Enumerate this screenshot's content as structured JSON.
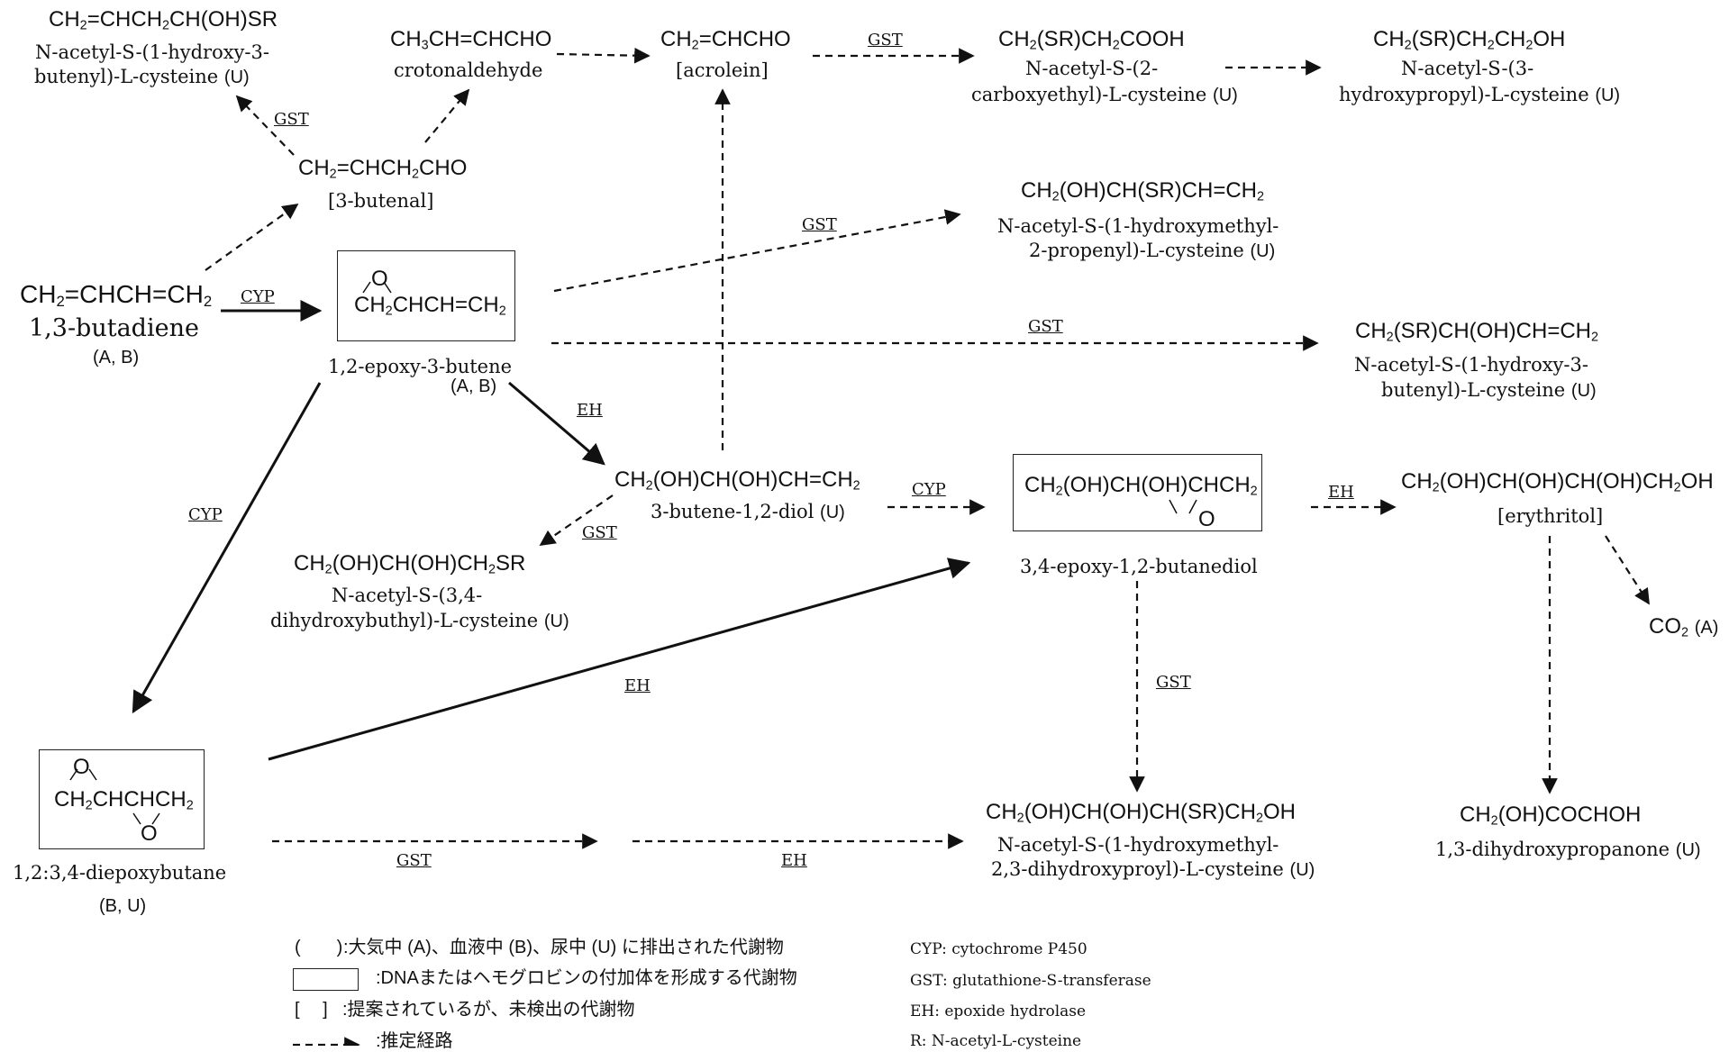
{
  "compounds": {
    "butadiene": {
      "formula_parts": [
        "CH",
        "2",
        "=CHCH=CH",
        "2"
      ],
      "name": "1,3-butadiene",
      "tag": "(A, B)"
    },
    "epoxybutene": {
      "ring_o": "O",
      "formula_parts": [
        "CH",
        "2",
        "CHCH=CH",
        "2"
      ],
      "name": "1,2-epoxy-3-butene",
      "tag": "(A, B)"
    },
    "butenal": {
      "formula_parts": [
        "CH",
        "2",
        "=CHCH",
        "2",
        "CHO"
      ],
      "name": "[3-butenal]"
    },
    "crotonaldehyde": {
      "formula_parts": [
        "CH",
        "3",
        "CH=CHCHO"
      ],
      "name": "crotonaldehyde"
    },
    "hydroxybutenyl_top": {
      "formula_parts": [
        "CH",
        "2",
        "=CHCH",
        "2",
        "CH(OH)SR"
      ],
      "name_line1": "N-acetyl-S-(1-hydroxy-3-",
      "name_line2": "butenyl)-L-cysteine",
      "tag": "(U)"
    },
    "acrolein": {
      "formula_parts": [
        "CH",
        "2",
        "=CHCHO"
      ],
      "name": "[acrolein]"
    },
    "carboxyethyl": {
      "formula_parts": [
        "CH",
        "2",
        "(SR)CH",
        "2",
        "COOH"
      ],
      "name_line1": "N-acetyl-S-(2-",
      "name_line2": "carboxyethyl)-L-cysteine",
      "tag": "(U)"
    },
    "hydroxypropyl": {
      "formula_parts": [
        "CH",
        "2",
        "(SR)CH",
        "2",
        "CH",
        "2",
        "OH"
      ],
      "name_line1": "N-acetyl-S-(3-",
      "name_line2": "hydroxypropyl)-L-cysteine",
      "tag": "(U)"
    },
    "hydroxymethyl_propenyl": {
      "formula_parts": [
        "CH",
        "2",
        "(OH)CH(SR)CH=CH",
        "2"
      ],
      "name_line1": "N-acetyl-S-(1-hydroxymethyl-",
      "name_line2": "2-propenyl)-L-cysteine",
      "tag": "(U)"
    },
    "hydroxybutenyl_mid": {
      "formula_parts": [
        "CH",
        "2",
        "(SR)CH(OH)CH=CH",
        "2"
      ],
      "name_line1": "N-acetyl-S-(1-hydroxy-3-",
      "name_line2": "butenyl)-L-cysteine",
      "tag": "(U)"
    },
    "butenediol": {
      "formula_parts": [
        "CH",
        "2",
        "(OH)CH(OH)CH=CH",
        "2"
      ],
      "name": "3-butene-1,2-diol",
      "tag": "(U)"
    },
    "dihydroxybutyl": {
      "formula_parts": [
        "CH",
        "2",
        "(OH)CH(OH)CH",
        "2",
        "SR"
      ],
      "name_line1": "N-acetyl-S-(3,4-",
      "name_line2": "dihydroxybuthyl)-L-cysteine",
      "tag": "(U)"
    },
    "epoxybutanediol": {
      "formula_parts": [
        "CH",
        "2",
        "(OH)CH(OH)CHCH",
        "2"
      ],
      "ring_o": "O",
      "name": "3,4-epoxy-1,2-butanediol"
    },
    "erythritol": {
      "formula_parts": [
        "CH",
        "2",
        "(OH)CH(OH)CH(OH)CH",
        "2",
        "OH"
      ],
      "name": "[erythritol]"
    },
    "co2": {
      "formula_parts": [
        "CO",
        "2"
      ],
      "tag": "(A)"
    },
    "diepoxybutane": {
      "ring_o_top": "O",
      "formula_parts": [
        "CH",
        "2",
        "CHCHCH",
        "2"
      ],
      "ring_o_bottom": "O",
      "name": "1,2:3,4-diepoxybutane",
      "tag": "(B, U)"
    },
    "trihydroxy": {
      "formula_parts": [
        "CH",
        "2",
        "(OH)CH(OH)CH(SR)CH",
        "2",
        "OH"
      ],
      "name_line1": "N-acetyl-S-(1-hydroxymethyl-",
      "name_line2": "2,3-dihydroxyproyl)-L-cysteine",
      "tag": "(U)"
    },
    "dihydroxypropanone": {
      "formula_parts": [
        "CH",
        "2",
        "(OH)COCHOH"
      ],
      "name": "1,3-dihydroxypropanone",
      "tag": "(U)"
    }
  },
  "enzymes": {
    "cyp_1": "CYP",
    "cyp_2": "CYP",
    "cyp_3": "CYP",
    "gst_1": "GST",
    "gst_2": "GST",
    "gst_3": "GST",
    "gst_4": "GST",
    "gst_5": "GST",
    "gst_6": "GST",
    "gst_7": "GST",
    "eh_1": "EH",
    "eh_2": "EH",
    "eh_3": "EH",
    "eh_4": "EH"
  },
  "legend": {
    "paren_symbol": "(　　)",
    "paren_text": ":大気中 (A)、血液中 (B)、尿中 (U) に排出された代謝物",
    "box_text": ":DNAまたはヘモグロビンの付加体を形成する代謝物",
    "bracket_symbol": "[　 ]",
    "bracket_text": ":提案されているが、未検出の代謝物",
    "dash_text": ":推定経路",
    "cyp": "CYP: cytochrome P450",
    "gst": "GST: glutathione-S-transferase",
    "eh": "EH: epoxide hydrolase",
    "r": "R: N-acetyl-L-cysteine"
  },
  "colors": {
    "ink": "#111111",
    "box_border": "#222222",
    "background": "#ffffff"
  }
}
